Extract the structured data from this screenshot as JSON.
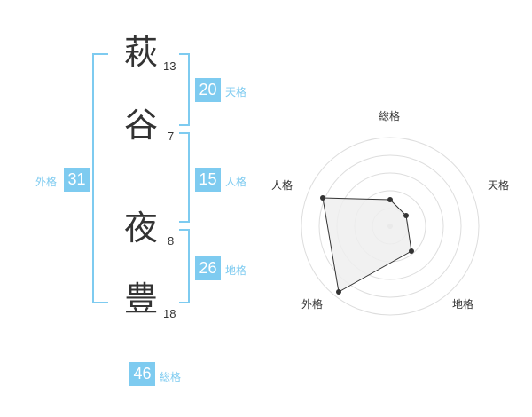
{
  "name": {
    "chars": [
      {
        "char": "萩",
        "strokes": "13"
      },
      {
        "char": "谷",
        "strokes": "7"
      },
      {
        "char": "夜",
        "strokes": "8"
      },
      {
        "char": "豊",
        "strokes": "18"
      }
    ]
  },
  "fortunes": {
    "tenkaku": {
      "value": "20",
      "label": "天格"
    },
    "jinkaku": {
      "value": "15",
      "label": "人格"
    },
    "chikaku": {
      "value": "26",
      "label": "地格"
    },
    "gaikaku": {
      "value": "31",
      "label": "外格"
    },
    "soukaku": {
      "value": "46",
      "label": "総格"
    }
  },
  "radar": {
    "labels": {
      "top": "総格",
      "right": "天格",
      "bottom_right": "地格",
      "bottom_left": "外格",
      "left": "人格"
    }
  },
  "colors": {
    "accent": "#7ecbf0",
    "grid": "#dddddd",
    "fill": "#efefef",
    "line": "#333333"
  }
}
